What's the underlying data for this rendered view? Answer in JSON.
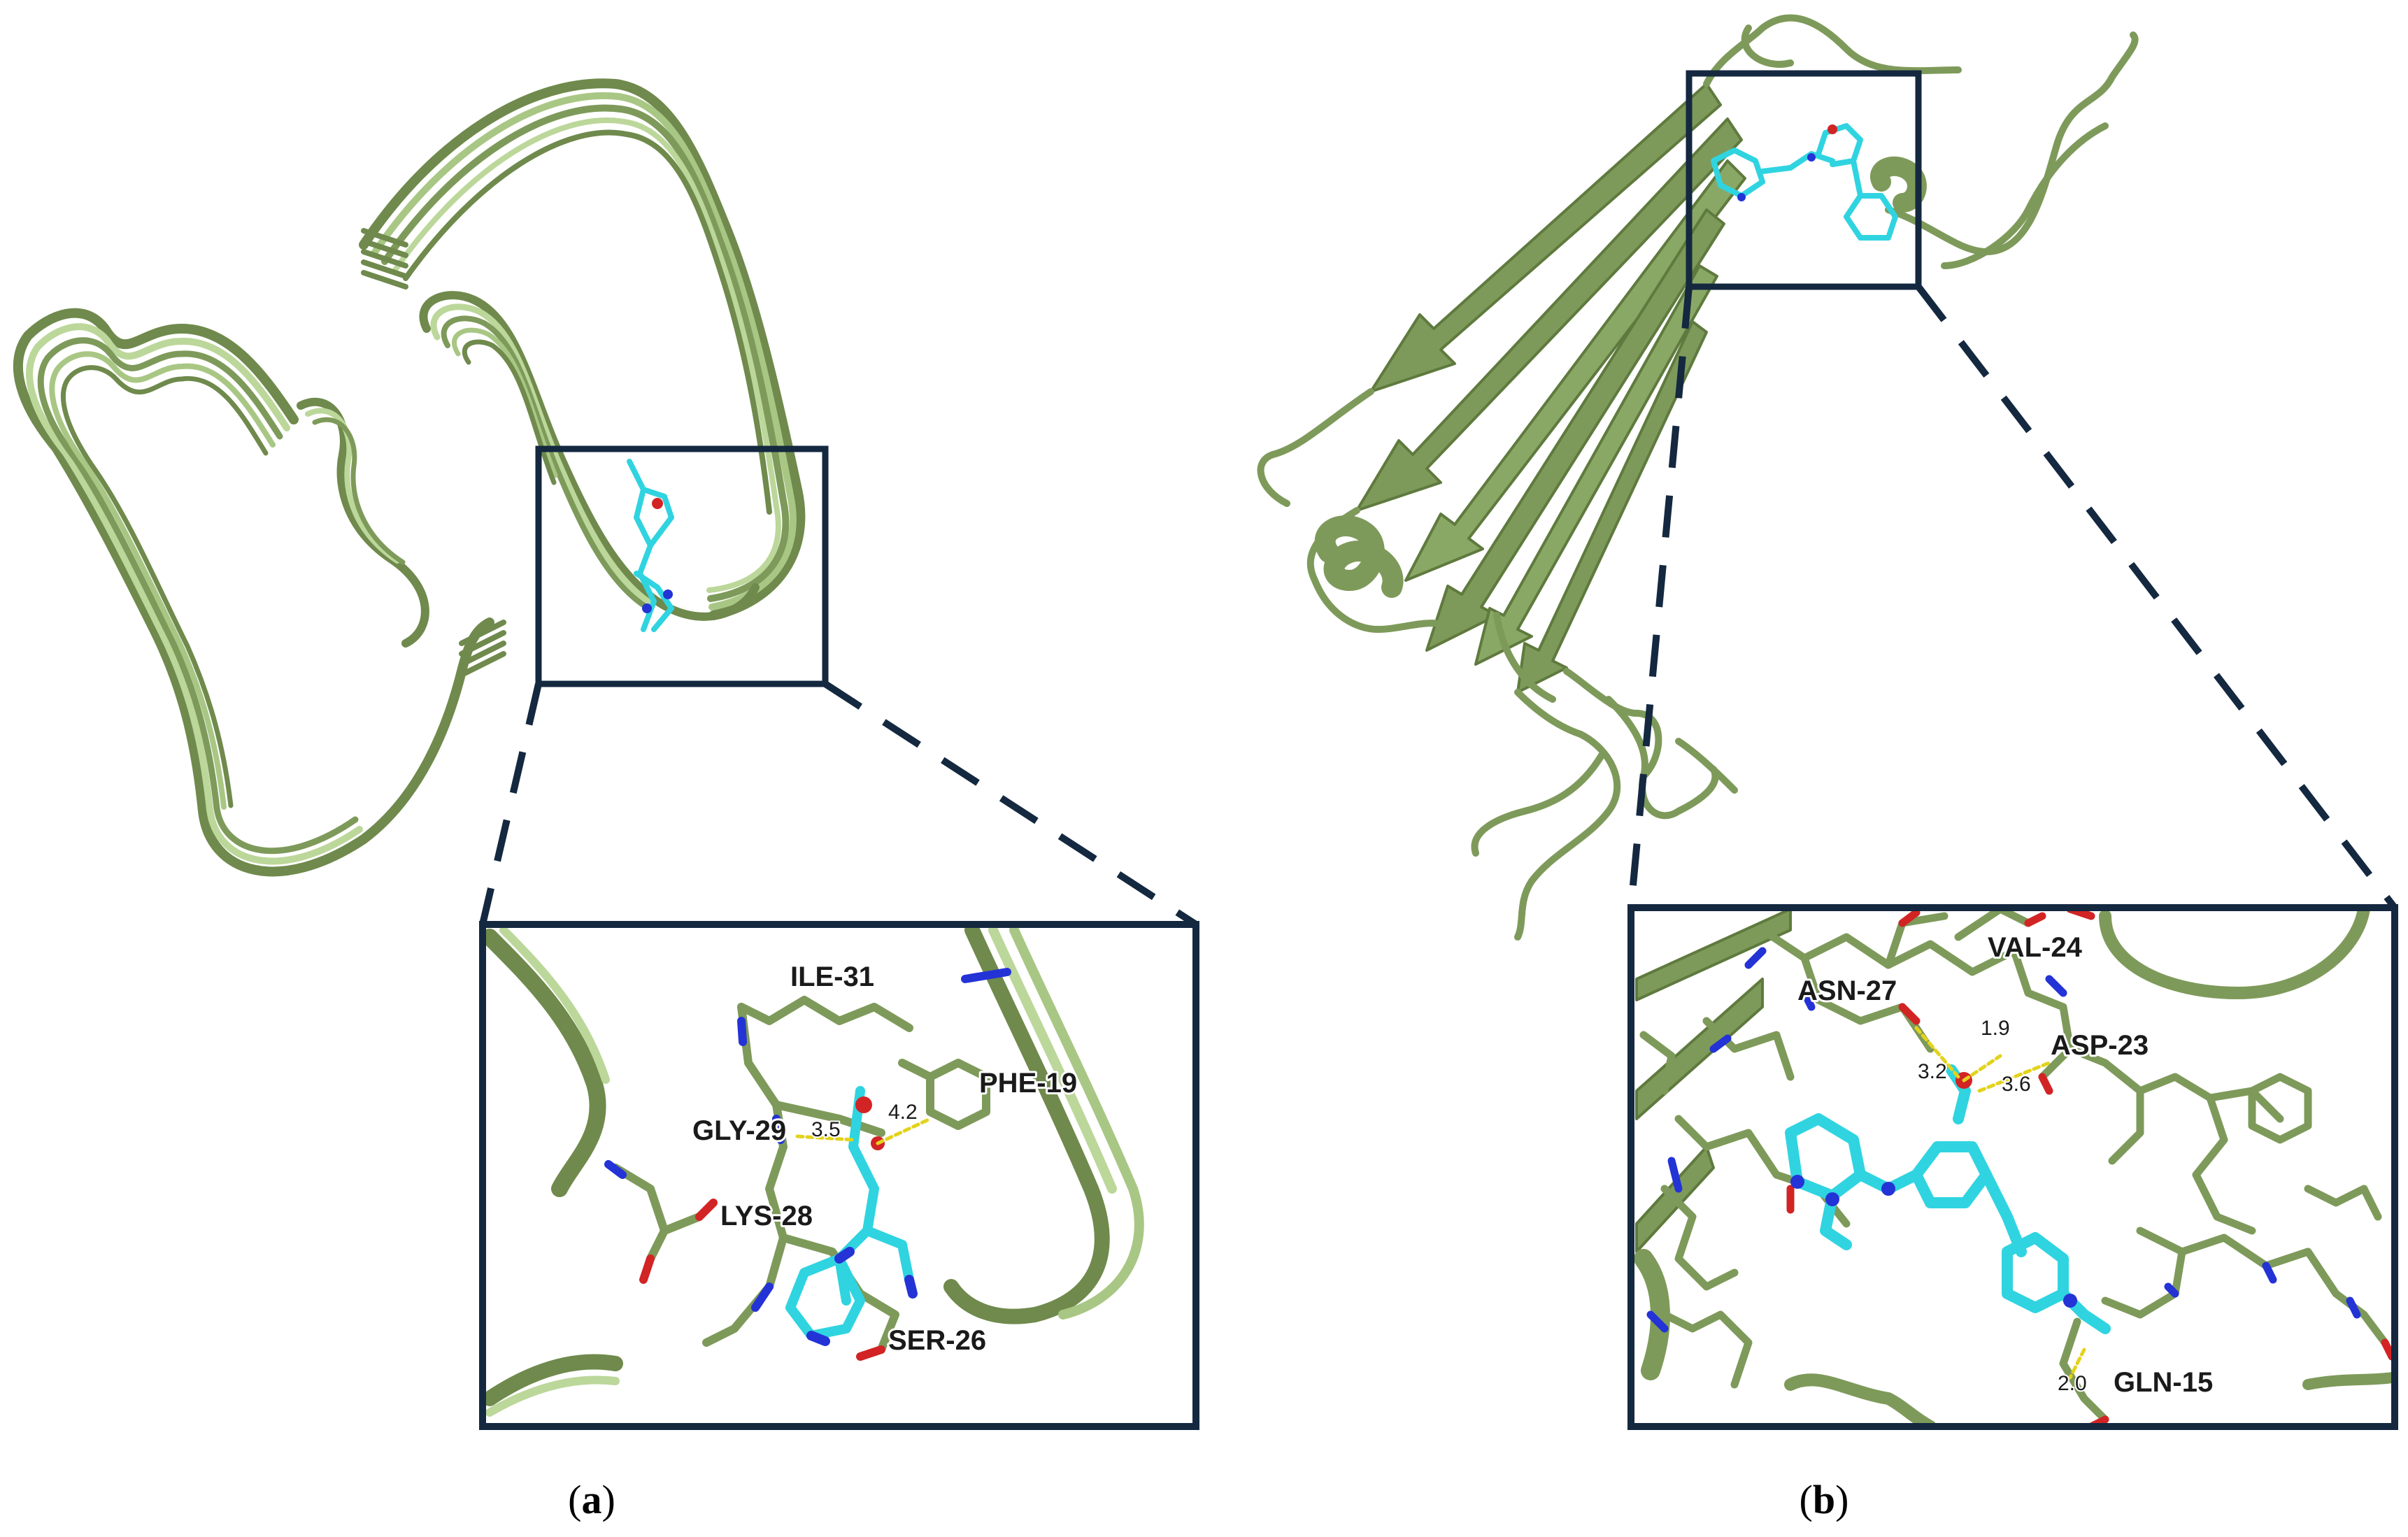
{
  "colors": {
    "protein": "#7e9a5a",
    "protein_light": "#bcd79a",
    "ligand": "#2fd4e0",
    "nitrogen": "#2433d6",
    "oxygen": "#d22424",
    "box": "#142840",
    "hbond": "#e3d31c"
  },
  "panels": [
    {
      "id": "a",
      "label_open": "(",
      "label_letter": "a",
      "label_close": ")",
      "residues": [
        "ILE-31",
        "PHE-19",
        "GLY-29",
        "LYS-28",
        "SER-26"
      ],
      "distances": [
        "3.5",
        "4.2"
      ]
    },
    {
      "id": "b",
      "label_open": "(",
      "label_letter": "b",
      "label_close": ")",
      "residues": [
        "VAL-24",
        "ASN-27",
        "ASP-23",
        "GLN-15"
      ],
      "distances": [
        "1.9",
        "3.2",
        "3.6",
        "2.0"
      ]
    }
  ]
}
